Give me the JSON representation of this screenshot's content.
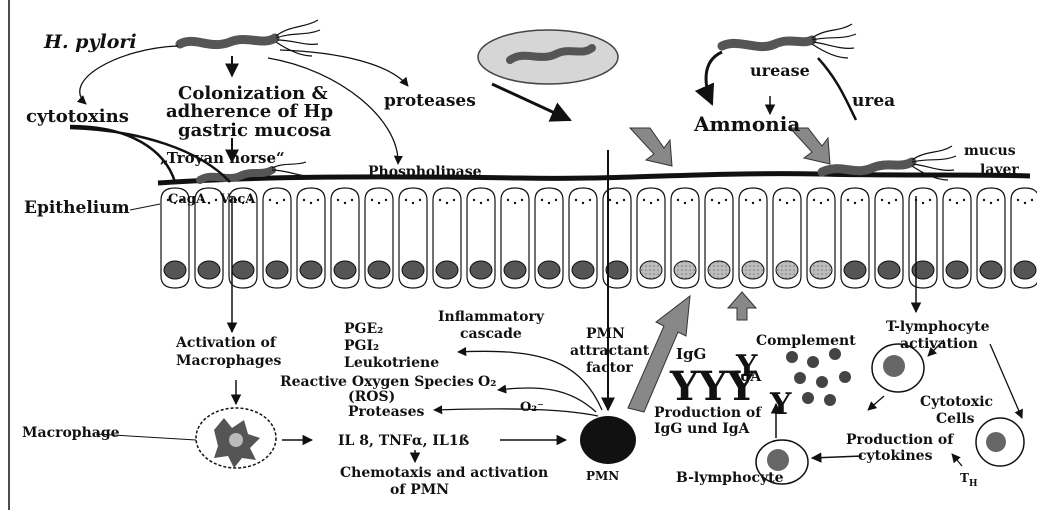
{
  "labels": {
    "h_pylori": "H. pylori",
    "colonization_1": "Colonization &",
    "colonization_2": "adherence of Hp",
    "colonization_3": "gastric mucosa",
    "cytotoxins": "cytotoxins",
    "proteases_top": "proteases",
    "troyan": "„Troyan horse“",
    "phospholipase": "Phospholipase",
    "urease": "urease",
    "urea": "urea",
    "ammonia": "Ammonia",
    "mucus_1": "mucus",
    "mucus_2": "layer",
    "epithelium": "Epithelium",
    "caga": "CagA",
    "vaca": "VacA",
    "activation_1": "Activation of",
    "activation_2": "Macrophages",
    "pge2": "PGE₂",
    "pgi2": "PGI₂",
    "leukotriene": "Leukotriene",
    "inflammatory_1": "Inflammatory",
    "inflammatory_2": "cascade",
    "pmn_attract_1": "PMN",
    "pmn_attract_2": "attractant",
    "pmn_attract_3": "factor",
    "ros_1": "Reactive Oxygen Species",
    "o2": "O₂",
    "ros_2": "(ROS)",
    "o2_minus": "O₂⁻",
    "proteases_low": "Proteases",
    "macrophage": "Macrophage",
    "il8": "IL 8, TNFα, IL1ß",
    "chemotaxis_1": "Chemotaxis and activation",
    "chemotaxis_2": "of PMN",
    "pmn": "PMN",
    "igg": "IgG",
    "iga": "IgA",
    "complement": "Complement",
    "production_ig_1": "Production of",
    "production_ig_2": "IgG und IgA",
    "b_lymphocyte": "B-lymphocyte",
    "t_lymph_1": "T-lymphocyte",
    "t_lymph_2": "activation",
    "cytotoxic_1": "Cytotoxic",
    "cytotoxic_2": "Cells",
    "prod_cyto_1": "Production of",
    "prod_cyto_2": "cytokines",
    "th": "T",
    "th_sub": "H"
  }
}
